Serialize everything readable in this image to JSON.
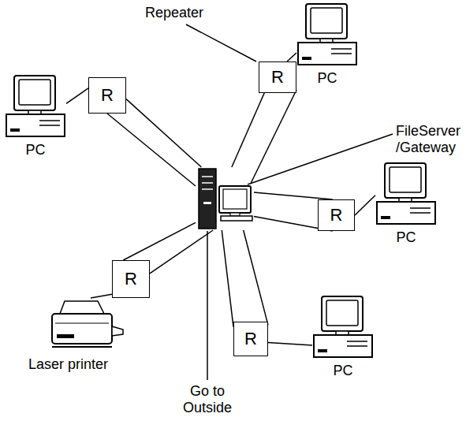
{
  "diagram": {
    "nodes": [
      {
        "text": [
          "PC"
        ]
      },
      {
        "text": [
          "R"
        ]
      },
      {
        "text": [
          "PC"
        ]
      },
      {
        "text": [
          "R"
        ]
      },
      {
        "text": [
          "FileServer /Gateway"
        ]
      },
      {
        "text": [
          "R"
        ]
      },
      {
        "text": [
          "PC"
        ]
      },
      {
        "text": [
          "R"
        ]
      },
      {
        "text": [
          "Laser printer"
        ]
      },
      {
        "text": [
          "R"
        ]
      },
      {
        "text": [
          "PC"
        ]
      }
    ],
    "edges": [
      {
        "from": 1,
        "to": 0,
        "arrow": "none"
      },
      {
        "from": 1,
        "to": 4,
        "arrow": "none"
      },
      {
        "from": 1,
        "to": 4,
        "arrow": "none"
      },
      {
        "from": 3,
        "to": 2,
        "arrow": "none"
      },
      {
        "from": 3,
        "to": 4,
        "arrow": "none"
      },
      {
        "from": 3,
        "to": 4,
        "arrow": "none"
      },
      {
        "from": 5,
        "to": 6,
        "arrow": "none"
      },
      {
        "from": 5,
        "to": 4,
        "arrow": "none"
      },
      {
        "from": 5,
        "to": 4,
        "arrow": "none"
      },
      {
        "from": 7,
        "to": 8,
        "arrow": "none"
      },
      {
        "from": 7,
        "to": 4,
        "arrow": "none"
      },
      {
        "from": 7,
        "to": 4,
        "arrow": "none"
      },
      {
        "from": 9,
        "to": 10,
        "arrow": "none"
      },
      {
        "from": 9,
        "to": 4,
        "arrow": "none"
      },
      {
        "from": 9,
        "to": 4,
        "arrow": "none"
      }
    ],
    "labels": [
      "Repeater",
      "Go to Outside"
    ]
  }
}
